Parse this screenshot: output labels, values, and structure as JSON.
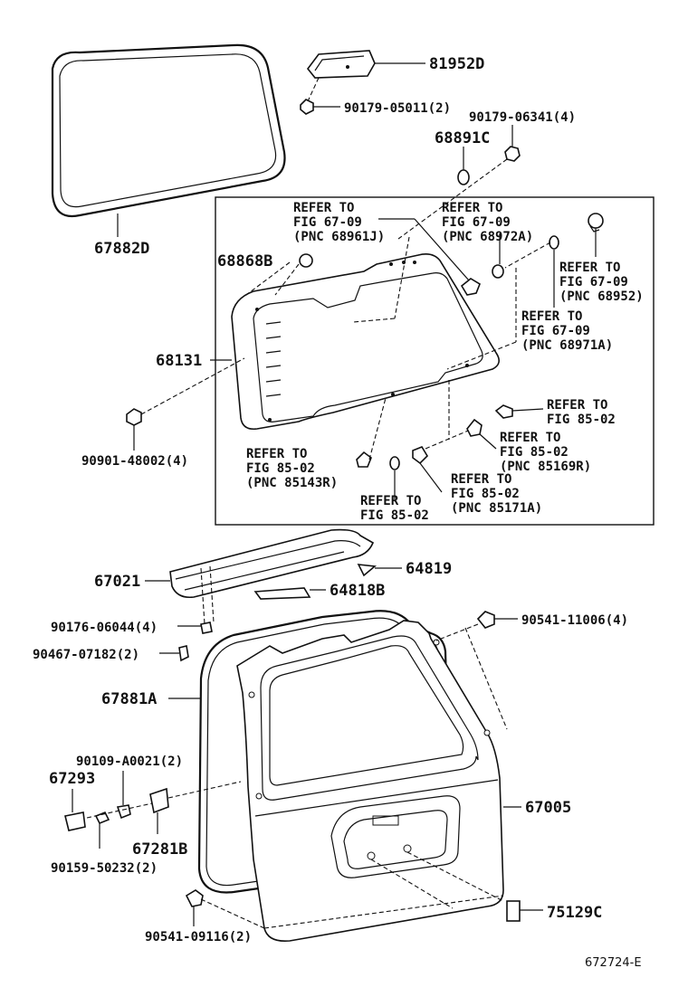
{
  "labels": {
    "p81952D": "81952D",
    "p90179_05011": "90179-05011(2)",
    "p90179_06341": "90179-06341(4)",
    "p68891C": "68891C",
    "p67882D": "67882D",
    "p68868B": "68868B",
    "p68131": "68131",
    "p90901_48002": "90901-48002(4)",
    "p67021": "67021",
    "p64819": "64819",
    "p64818B": "64818B",
    "p90176_06044": "90176-06044(4)",
    "p90467_07182": "90467-07182(2)",
    "p90541_11006": "90541-11006(4)",
    "p67881A": "67881A",
    "p90109_A0021": "90109-A0021(2)",
    "p67293": "67293",
    "p67281B": "67281B",
    "p90159_50232": "90159-50232(2)",
    "p67005": "67005",
    "p90541_09116": "90541-09116(2)",
    "p75129C": "75129C"
  },
  "references": {
    "r1": [
      "REFER TO",
      "FIG 67-09",
      "(PNC 68961J)"
    ],
    "r2": [
      "REFER TO",
      "FIG 67-09",
      "(PNC 68972A)"
    ],
    "r3": [
      "REFER TO",
      "FIG 67-09",
      "(PNC 68952)"
    ],
    "r4": [
      "REFER TO",
      "FIG 67-09",
      "(PNC 68971A)"
    ],
    "r5": [
      "REFER TO",
      "FIG 85-02"
    ],
    "r6": [
      "REFER TO",
      "FIG 85-02",
      "(PNC 85169R)"
    ],
    "r7": [
      "REFER TO",
      "FIG 85-02",
      "(PNC 85143R)"
    ],
    "r8": [
      "REFER TO",
      "FIG 85-02",
      "(PNC 85171A)"
    ],
    "r9": [
      "REFER TO",
      "FIG 85-02"
    ]
  },
  "figure_id": "672724-E"
}
